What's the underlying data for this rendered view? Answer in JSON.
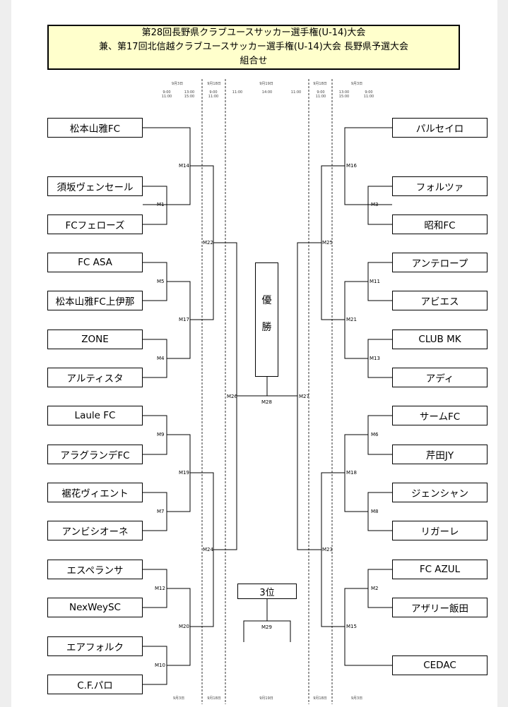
{
  "title": {
    "line1": "第28回長野県クラブユースサッカー選手権(U-14)大会",
    "line2": "兼、第17回北信越クラブユースサッカー選手権(U-14)大会 長野県予選大会",
    "line3": "組合せ"
  },
  "schedule": {
    "left_dates": [
      "9月3日",
      "9月18日"
    ],
    "center_date": "9月19日",
    "right_dates": [
      "9月18日",
      "9月3日"
    ],
    "left_times": [
      "9:00\n11:00",
      "13:00\n15:00",
      "9:00\n11:00"
    ],
    "center_times": [
      "11:00",
      "14:00",
      "11:00"
    ],
    "right_times": [
      "9:00\n11:00",
      "13:00\n15:00",
      "9:00\n11:00"
    ],
    "footer": [
      "9月3日",
      "9月18日",
      "9月19日",
      "9月18日",
      "9月3日"
    ]
  },
  "left_teams": [
    "松本山雅FC",
    "須坂ヴェンセール",
    "FCフェローズ",
    "FC ASA",
    "松本山雅FC上伊那",
    "ZONE",
    "アルティスタ",
    "Laule FC",
    "アラグランデFC",
    "裾花ヴィエント",
    "アンビシオーネ",
    "エスペランサ",
    "NexWeySC",
    "エアフォルク",
    "C.F.パロ"
  ],
  "right_teams": [
    "パルセイロ",
    "フォルツァ",
    "昭和FC",
    "アンテロープ",
    "アビエス",
    "CLUB MK",
    "アディ",
    "サームFC",
    "芹田JY",
    "ジェンシャン",
    "リガーレ",
    "FC AZUL",
    "アザリー飯田",
    "CEDAC"
  ],
  "matches": {
    "M1": "M1",
    "M2": "M2",
    "M3": "M3",
    "M4": "M4",
    "M5": "M5",
    "M6": "M6",
    "M7": "M7",
    "M8": "M8",
    "M9": "M9",
    "M10": "M10",
    "M11": "M11",
    "M12": "M12",
    "M13": "M13",
    "M14": "M14",
    "M15": "M15",
    "M16": "M16",
    "M17": "M17",
    "M18": "M18",
    "M19": "M19",
    "M20": "M20",
    "M21": "M21",
    "M22": "M22",
    "M23": "M23",
    "M24": "M24",
    "M25": "M25",
    "M26": "M26",
    "M27": "M27",
    "M28": "M28",
    "M29": "M29"
  },
  "final": {
    "char1": "優",
    "char2": "勝"
  },
  "third_place": "3位"
}
